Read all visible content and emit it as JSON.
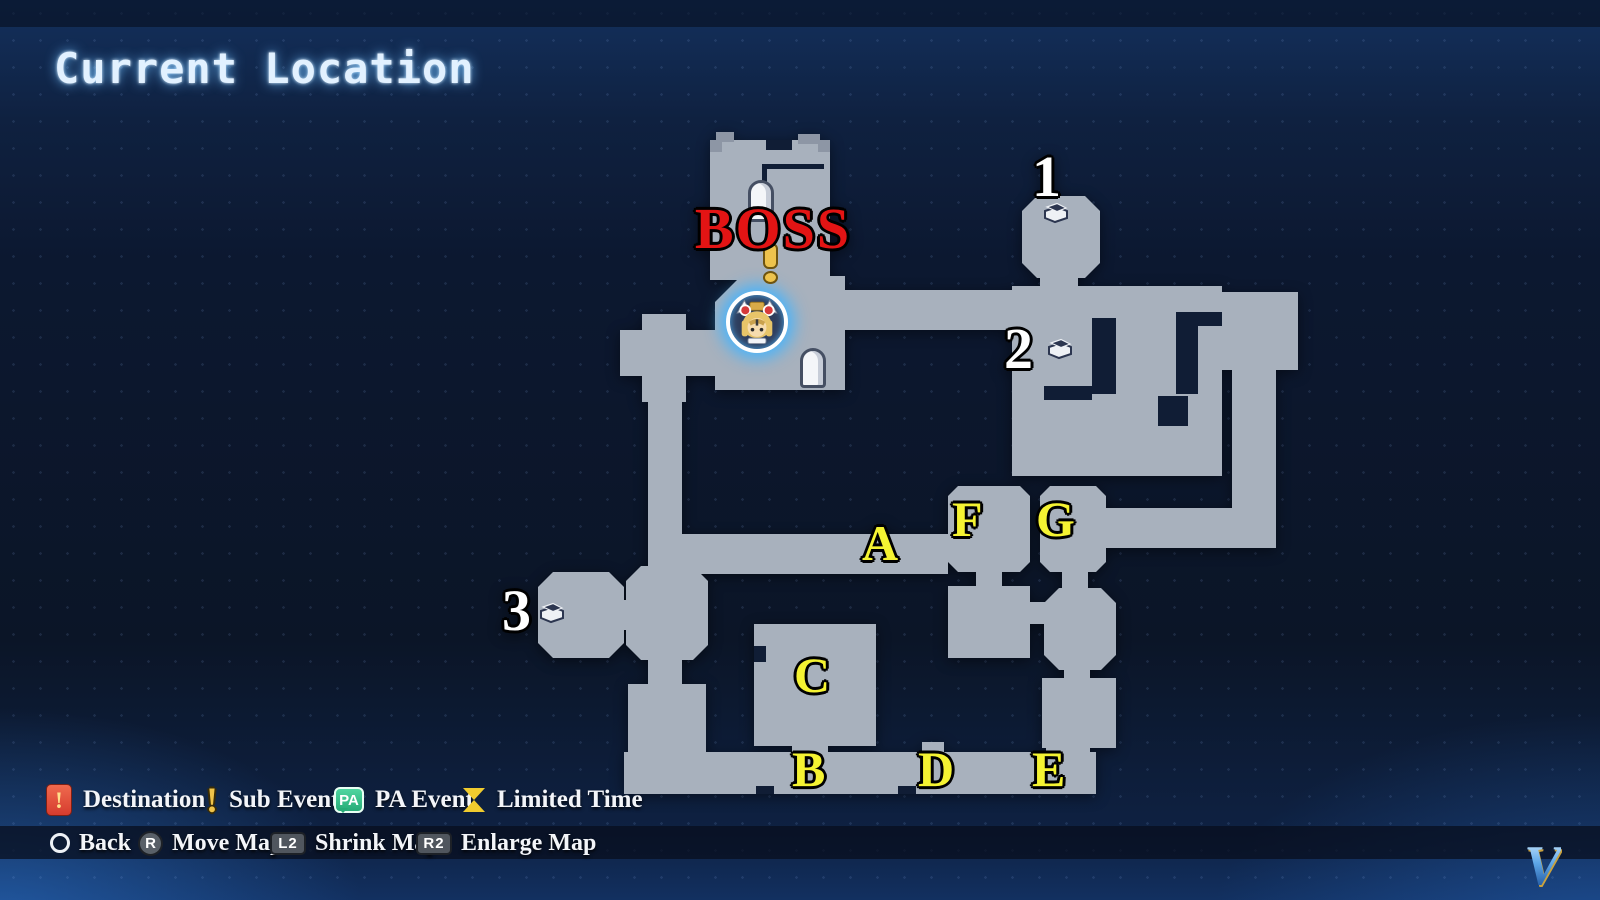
{
  "title": "Current Location",
  "map": {
    "boss": "BOSS",
    "numbers": [
      "1",
      "2",
      "3"
    ],
    "letters": [
      "A",
      "B",
      "C",
      "D",
      "E",
      "F",
      "G"
    ]
  },
  "legend": {
    "items": [
      {
        "icon": "destination-icon",
        "badge": "!",
        "label": "Destination"
      },
      {
        "icon": "sub-event-icon",
        "badge": "!",
        "label": "Sub Event"
      },
      {
        "icon": "pa-event-icon",
        "badge": "PA",
        "label": "PA Event"
      },
      {
        "icon": "limited-time-icon",
        "badge": "",
        "label": "Limited Time"
      }
    ]
  },
  "controls": {
    "items": [
      {
        "icon": "circle-button-icon",
        "key": "",
        "label": "Back"
      },
      {
        "icon": "r-button-icon",
        "key": "R",
        "label": "Move Map"
      },
      {
        "icon": "l2-button-icon",
        "key": "L2",
        "label": "Shrink Map"
      },
      {
        "icon": "r2-button-icon",
        "key": "R2",
        "label": "Enlarge Map"
      }
    ]
  },
  "logo": "V",
  "colors": {
    "room_gray": "#a8b1bd",
    "background_navy": "#0e1a30",
    "boss_red": "#e31414",
    "letter_yellow": "#f5f332",
    "title_blue": "#e2f1ff",
    "destination_red": "#e05340",
    "pa_green": "#35c389",
    "event_yellow": "#f0c44a",
    "player_glow_blue": "#41b4ff"
  }
}
